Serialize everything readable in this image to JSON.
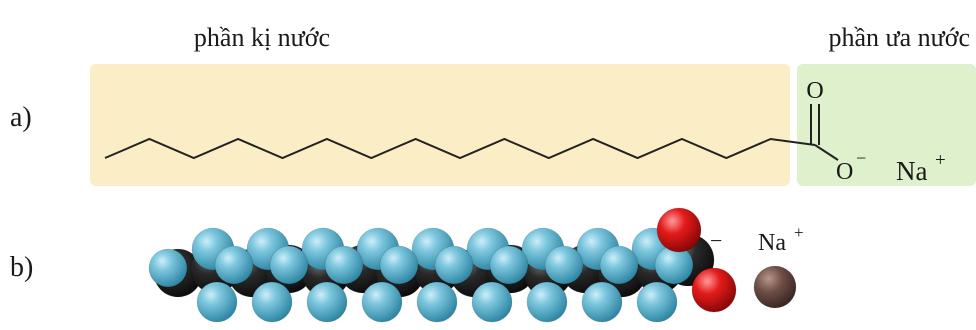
{
  "labels": {
    "hydrophobic": "phần kị nước",
    "hydrophilic": "phần ưa nước",
    "part_a": "a)",
    "part_b": "b)"
  },
  "formula": {
    "carbonyl_oxygen": "O",
    "anion_oxygen": "O",
    "charge_minus": "−",
    "cation": "Na",
    "charge_plus": "+"
  },
  "colors": {
    "hydrophobic_bg": "#fbeec6",
    "hydrophilic_bg": "#dff0cd",
    "cation_text": "#d62a2a",
    "carbon": "#1c1c1c",
    "hydrogen": "#5ab4cf",
    "oxygen": "#e01414",
    "sodium": "#6e4f46",
    "bond": "#222222"
  },
  "structure": {
    "chain_carbon_atoms": 17
  },
  "space_filling": {
    "hydrogen_pairs": 9,
    "oxygen_atoms": 2,
    "sodium_atoms": 1
  }
}
